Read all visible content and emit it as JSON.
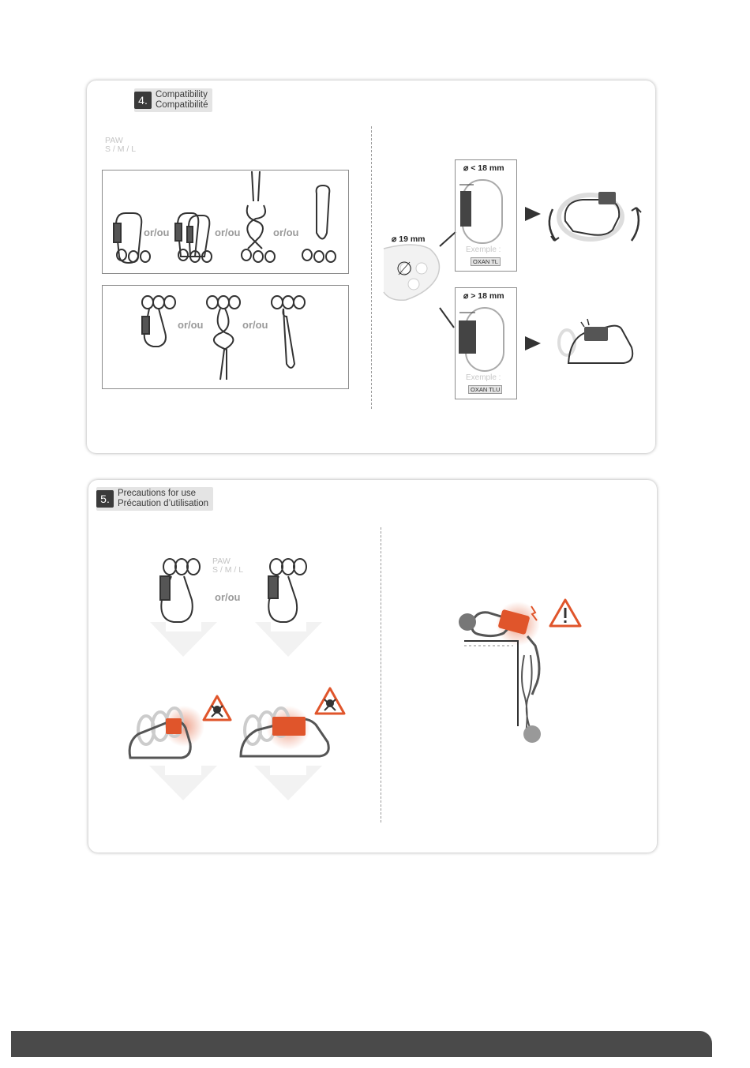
{
  "section4": {
    "number": "4.",
    "title_en": "Compatibility",
    "title_fr": "Compatibilité",
    "product_line1": "PAW",
    "product_line2": "S / M / L",
    "or_label": "or/ou",
    "small_dim": "< 18 mm",
    "large_dim": "> 18 mm",
    "hole_dim": "19 mm",
    "exemple": "Exemple :",
    "model_small": "OXAN TL",
    "model_large": "OXAN TLU"
  },
  "section5": {
    "number": "5.",
    "title_en": "Precautions for use",
    "title_fr": "Précaution d’utilisation",
    "product_line1": "PAW",
    "product_line2": "S / M / L",
    "or_label": "or/ou"
  },
  "colors": {
    "accent": "#e0552b",
    "frame": "#8c8c8c",
    "dark": "#3a3a3a",
    "footer": "#4a4a4a"
  },
  "icons": [
    "danger-skull-icon",
    "warning-exclamation-icon",
    "arrow-right-icon",
    "rotate-icon",
    "anchor-icon",
    "climber-icon"
  ]
}
